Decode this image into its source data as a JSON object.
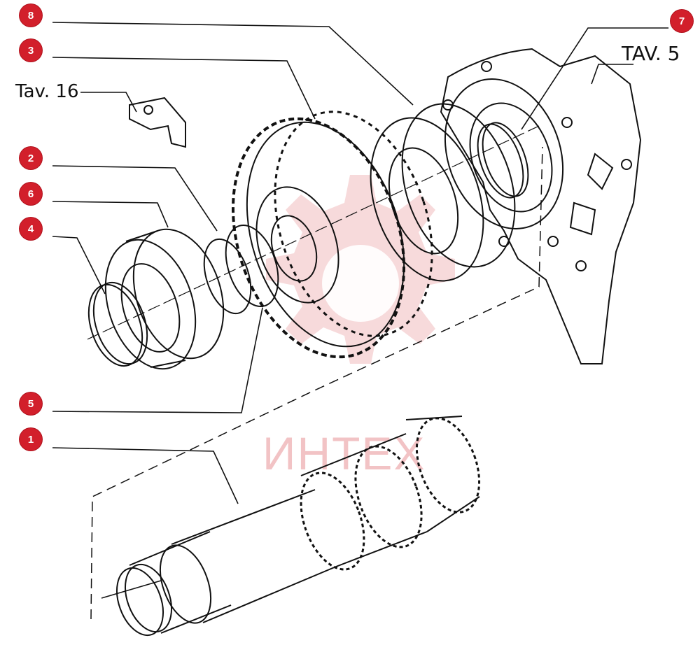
{
  "callouts": [
    {
      "id": "8",
      "label": "8"
    },
    {
      "id": "3",
      "label": "3"
    },
    {
      "id": "2",
      "label": "2"
    },
    {
      "id": "6",
      "label": "6"
    },
    {
      "id": "4",
      "label": "4"
    },
    {
      "id": "5",
      "label": "5"
    },
    {
      "id": "1",
      "label": "1"
    },
    {
      "id": "7",
      "label": "7"
    }
  ],
  "references": {
    "tav16": "Tav. 16",
    "tav5": "TAV. 5"
  },
  "watermark": {
    "text": "ИНТЕХ",
    "color": "#f2c3c5"
  },
  "colors": {
    "callout": "#d21f2b",
    "line": "#111111"
  }
}
